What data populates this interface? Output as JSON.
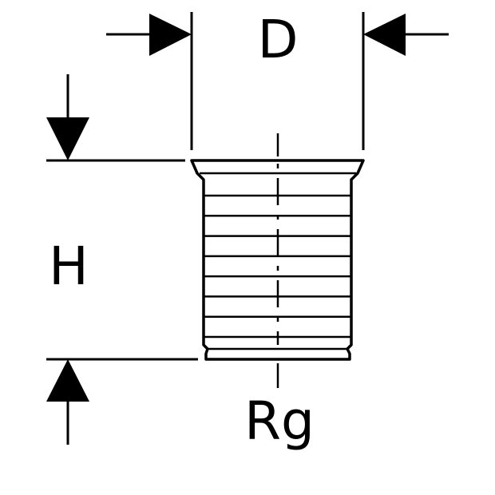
{
  "labels": {
    "diameter": "D",
    "height": "H",
    "thread": "Rg"
  },
  "colors": {
    "line": "#000000",
    "background": "#ffffff"
  },
  "thread_line_count": 8
}
